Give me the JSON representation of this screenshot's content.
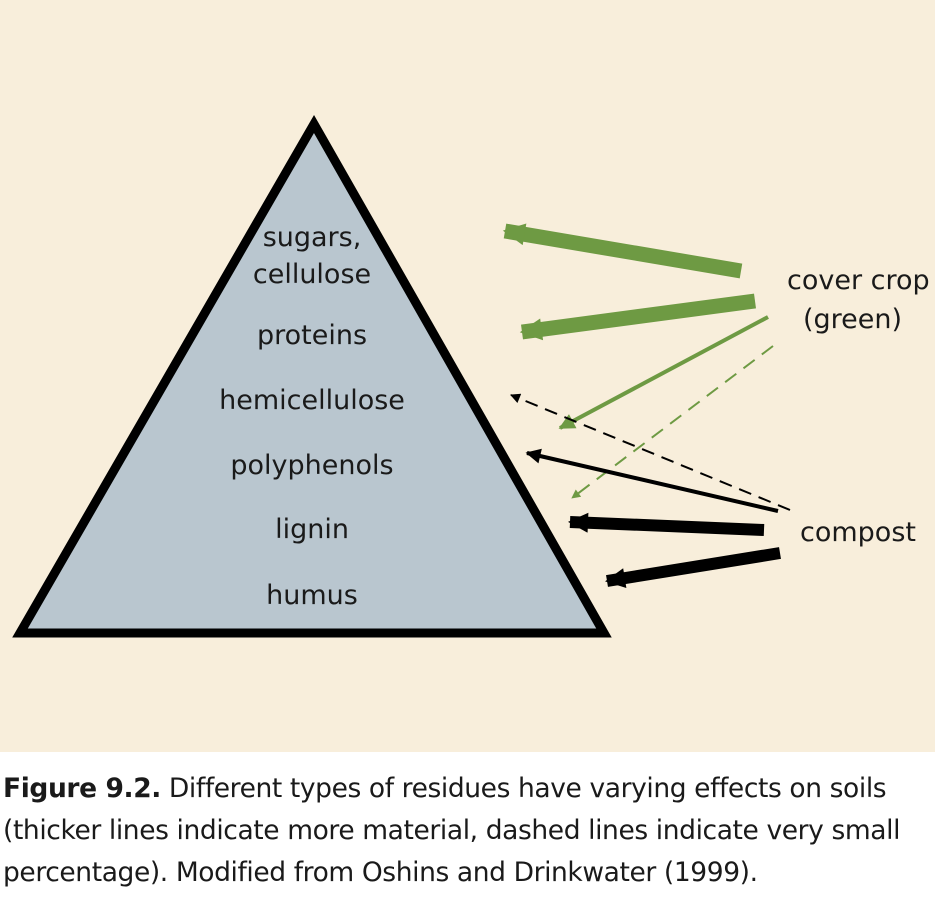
{
  "diagram": {
    "tiers": [
      [
        "sugars,",
        "cellulose"
      ],
      [
        "proteins"
      ],
      [
        "hemicellulose"
      ],
      [
        "polyphenols"
      ],
      [
        "lignin"
      ],
      [
        "humus"
      ]
    ],
    "sources": {
      "cover_crop": [
        "cover crop",
        "(green)"
      ],
      "compost": "compost"
    },
    "colors": {
      "background": "#f8eedb",
      "pyramid_fill": "#b9c6cf",
      "pyramid_stroke": "#000000",
      "cover_crop_arrow": "#6e9a43",
      "compost_arrow": "#000000"
    }
  },
  "caption": {
    "label": "Figure 9.2.",
    "text": " Different types of residues have varying effects on soils (thicker lines indicate more material, dashed lines indicate very small percentage). Modified from Oshins and Drinkwater (1999)."
  }
}
